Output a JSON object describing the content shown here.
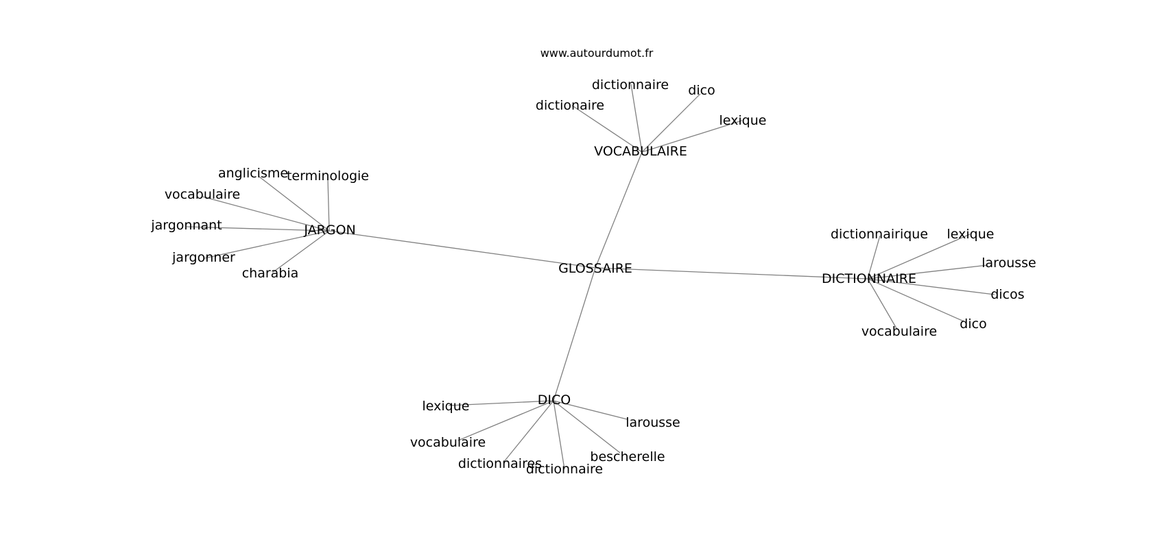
{
  "site_url": "www.autourdumot.fr",
  "center": {
    "id": "glossaire",
    "label": "GLOSSAIRE"
  },
  "clusters": [
    {
      "id": "vocabulaire",
      "label": "VOCABULAIRE",
      "leaves": [
        {
          "id": "vocabulaire-dictionnaire",
          "label": "dictionnaire"
        },
        {
          "id": "vocabulaire-dico",
          "label": "dico"
        },
        {
          "id": "vocabulaire-dictionaire",
          "label": "dictionaire"
        },
        {
          "id": "vocabulaire-lexique",
          "label": "lexique"
        }
      ]
    },
    {
      "id": "jargon",
      "label": "JARGON",
      "leaves": [
        {
          "id": "jargon-anglicisme",
          "label": "anglicisme"
        },
        {
          "id": "jargon-terminologie",
          "label": "terminologie"
        },
        {
          "id": "jargon-vocabulaire",
          "label": "vocabulaire"
        },
        {
          "id": "jargon-jargonnant",
          "label": "jargonnant"
        },
        {
          "id": "jargon-jargonner",
          "label": "jargonner"
        },
        {
          "id": "jargon-charabia",
          "label": "charabia"
        }
      ]
    },
    {
      "id": "dictionnaire",
      "label": "DICTIONNAIRE",
      "leaves": [
        {
          "id": "dictionnaire-dictionnairique",
          "label": "dictionnairique"
        },
        {
          "id": "dictionnaire-lexique",
          "label": "lexique"
        },
        {
          "id": "dictionnaire-larousse",
          "label": "larousse"
        },
        {
          "id": "dictionnaire-dicos",
          "label": "dicos"
        },
        {
          "id": "dictionnaire-dico",
          "label": "dico"
        },
        {
          "id": "dictionnaire-vocabulaire",
          "label": "vocabulaire"
        }
      ]
    },
    {
      "id": "dico",
      "label": "DICO",
      "leaves": [
        {
          "id": "dico-lexique",
          "label": "lexique"
        },
        {
          "id": "dico-larousse",
          "label": "larousse"
        },
        {
          "id": "dico-vocabulaire",
          "label": "vocabulaire"
        },
        {
          "id": "dico-bescherelle",
          "label": "bescherelle"
        },
        {
          "id": "dico-dictionnaires",
          "label": "dictionnaires"
        },
        {
          "id": "dico-dictionnaire",
          "label": "dictionnaire"
        }
      ]
    }
  ],
  "colors": {
    "edge": "#808080",
    "text": "#000000",
    "background": "#ffffff"
  }
}
